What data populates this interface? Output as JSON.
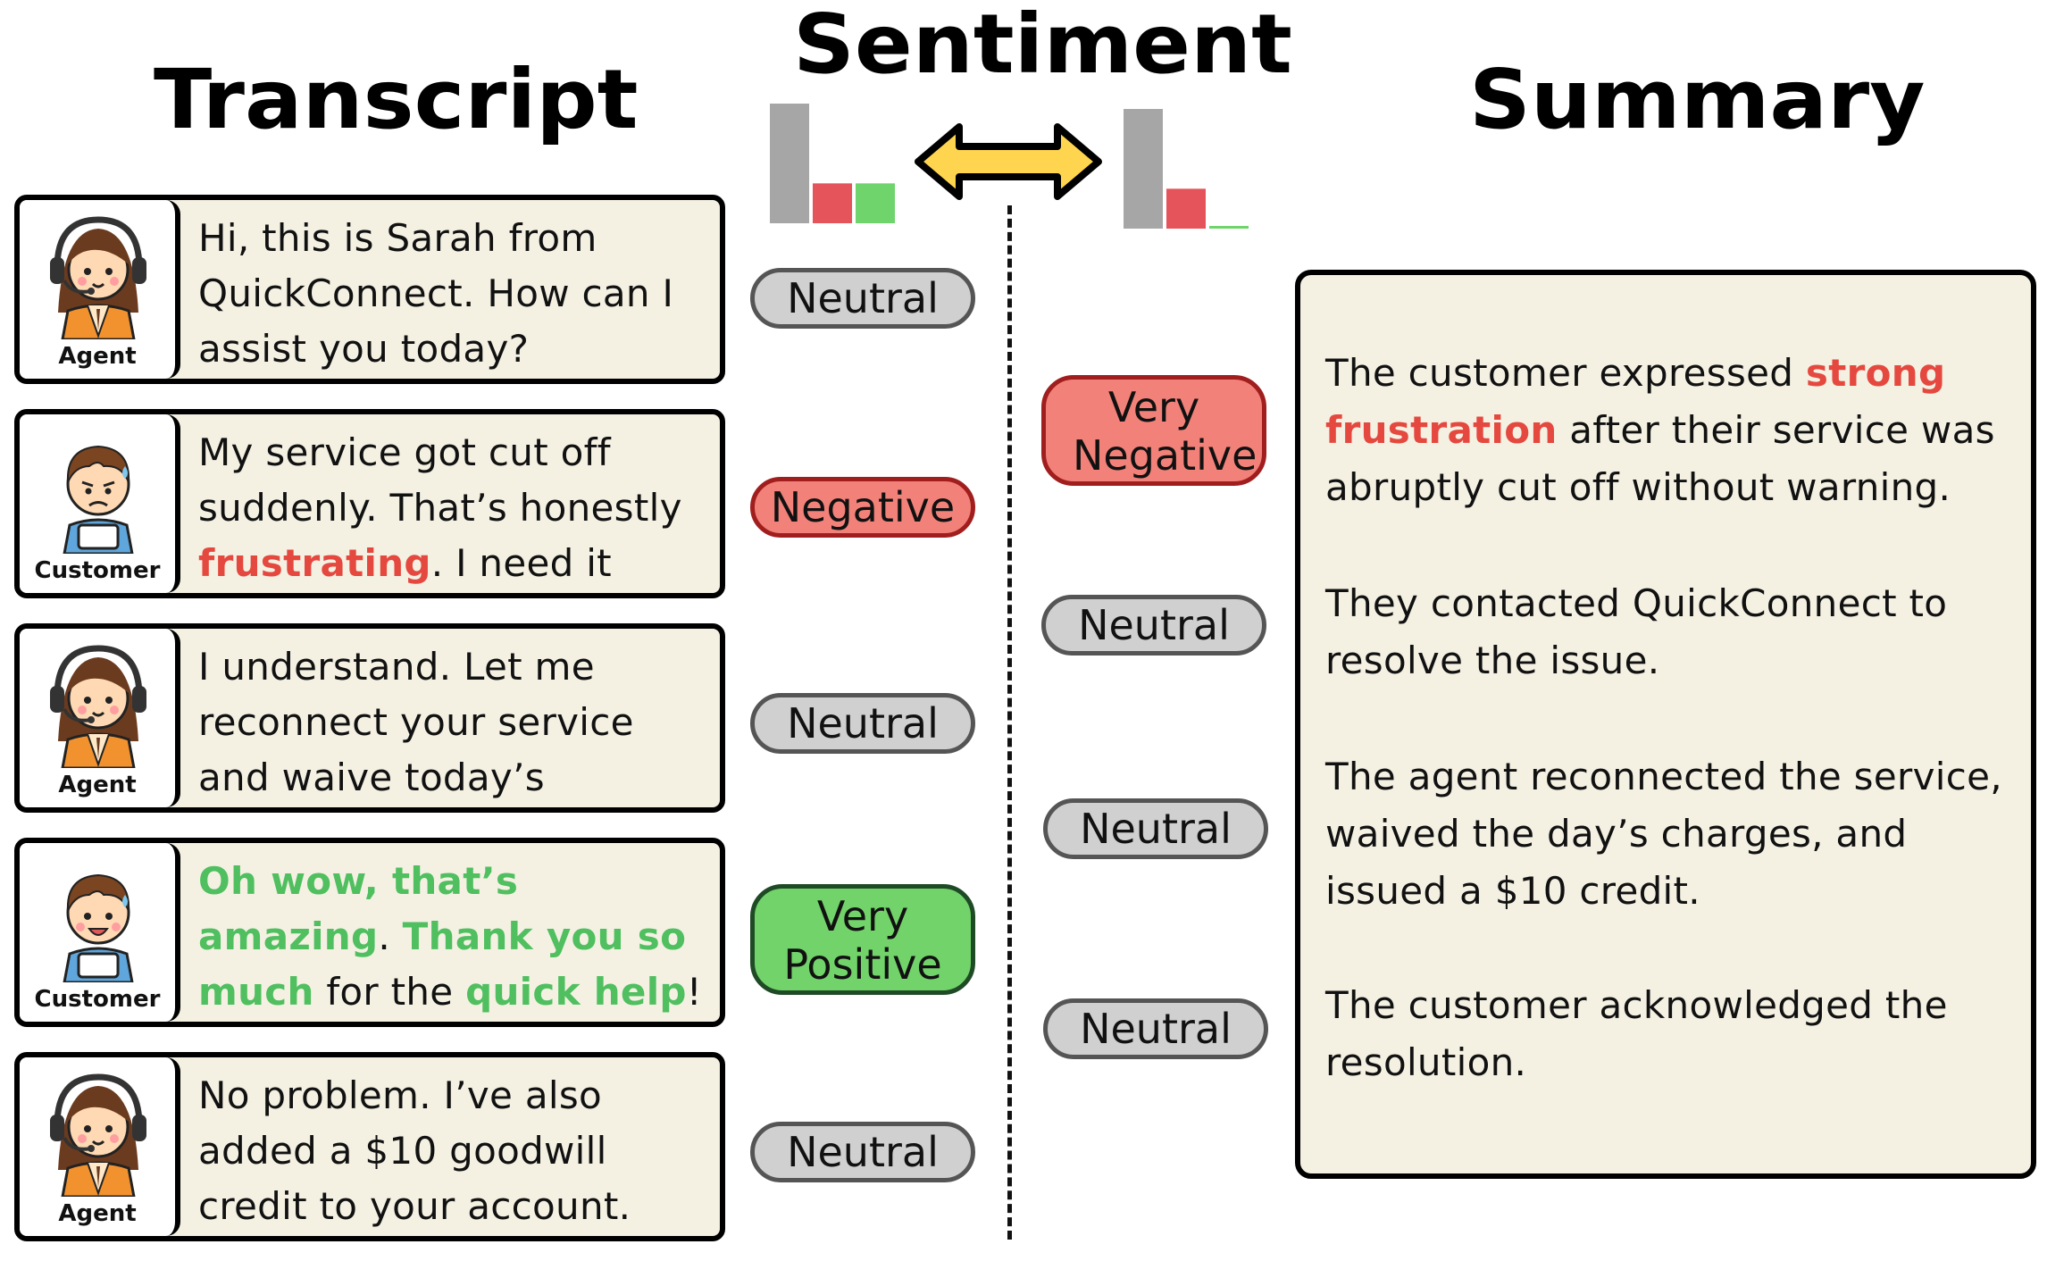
{
  "headings": {
    "transcript": "Transcript",
    "sentiment": "Sentiment",
    "summary": "Summary"
  },
  "colors": {
    "card_bg": "#f4f1e3",
    "negative": "#e5483f",
    "positive": "#4fbf5f",
    "neutral_pill": "#d0d0d0",
    "negative_pill": "#f28279",
    "positive_pill": "#72d36a",
    "arrow_fill": "#ffd54f"
  },
  "transcript": [
    {
      "role": "Agent",
      "avatar": "agent-headset-icon",
      "segments": [
        {
          "text": "Hi, this is Sarah from QuickConnect. How can I assist you today?",
          "style": "plain"
        }
      ],
      "sentiment": "Neutral"
    },
    {
      "role": "Customer",
      "avatar": "frustrated-customer-icon",
      "segments": [
        {
          "text": "My service got cut off suddenly. That’s honestly ",
          "style": "plain"
        },
        {
          "text": "frustrating",
          "style": "red"
        },
        {
          "text": ". I need it fixed.",
          "style": "plain"
        }
      ],
      "sentiment": "Negative"
    },
    {
      "role": "Agent",
      "avatar": "agent-headset-icon",
      "segments": [
        {
          "text": "I understand. Let me reconnect your service and waive today’s charges.",
          "style": "plain"
        }
      ],
      "sentiment": "Neutral"
    },
    {
      "role": "Customer",
      "avatar": "happy-customer-icon",
      "segments": [
        {
          "text": "Oh wow, that’s amazing",
          "style": "green"
        },
        {
          "text": ". ",
          "style": "plain"
        },
        {
          "text": "Thank you so much",
          "style": "green"
        },
        {
          "text": " for the ",
          "style": "plain"
        },
        {
          "text": "quick help",
          "style": "green"
        },
        {
          "text": "!",
          "style": "plain"
        }
      ],
      "sentiment": "Very Positive"
    },
    {
      "role": "Agent",
      "avatar": "agent-headset-icon",
      "segments": [
        {
          "text": "No problem. I’ve also added a $10 goodwill credit to your account.",
          "style": "plain"
        }
      ],
      "sentiment": "Neutral"
    }
  ],
  "summary_sentiments": [
    "Very Negative",
    "Neutral",
    "Neutral",
    "Neutral"
  ],
  "summary": [
    [
      {
        "text": "The customer expressed ",
        "style": "plain"
      },
      {
        "text": "strong frustration",
        "style": "red"
      },
      {
        "text": " after their service was abruptly cut off without warning.",
        "style": "plain"
      }
    ],
    [
      {
        "text": "They contacted QuickConnect to resolve the issue.",
        "style": "plain"
      }
    ],
    [
      {
        "text": "The agent reconnected the service, waived the day’s charges, and issued a $10 credit.",
        "style": "plain"
      }
    ],
    [
      {
        "text": "The customer acknowledged the resolution.",
        "style": "plain"
      }
    ]
  ],
  "chart_data": [
    {
      "type": "bar",
      "categories": [
        "Neutral",
        "Negative",
        "Positive"
      ],
      "values": [
        3,
        1,
        1
      ],
      "colors": [
        "#a6a6a6",
        "#e5535b",
        "#6fd46b"
      ]
    },
    {
      "type": "bar",
      "categories": [
        "Neutral",
        "Negative",
        "Positive"
      ],
      "values": [
        3,
        1,
        0
      ],
      "colors": [
        "#a6a6a6",
        "#e5535b",
        "#6fd46b"
      ]
    }
  ]
}
